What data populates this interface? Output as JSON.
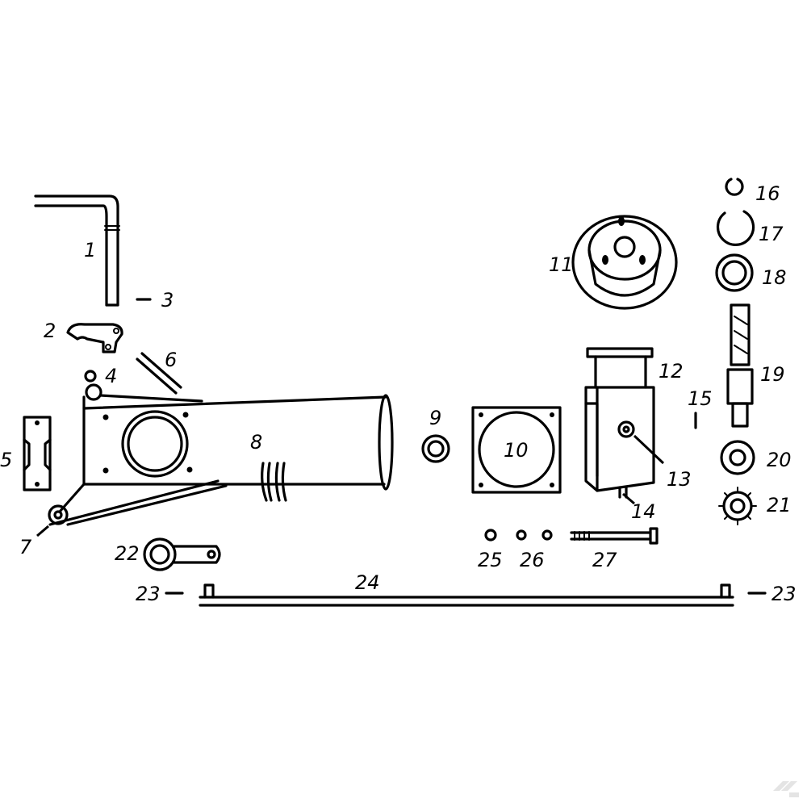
{
  "labels": {
    "p1": "1",
    "p2": "2",
    "p3": "3",
    "p4": "4",
    "p5": "5",
    "p6": "6",
    "p7": "7",
    "p8": "8",
    "p9": "9",
    "p10": "10",
    "p11": "11",
    "p12": "12",
    "p13": "13",
    "p14": "14",
    "p15": "15",
    "p16": "16",
    "p17": "17",
    "p18": "18",
    "p19": "19",
    "p20": "20",
    "p21": "21",
    "p22": "22",
    "p23": "23",
    "p24": "24",
    "p25": "25",
    "p26": "26",
    "p27": "27"
  },
  "colors": {
    "ink": "#000000",
    "background": "#ffffff",
    "watermark": "#e4e4e4"
  }
}
